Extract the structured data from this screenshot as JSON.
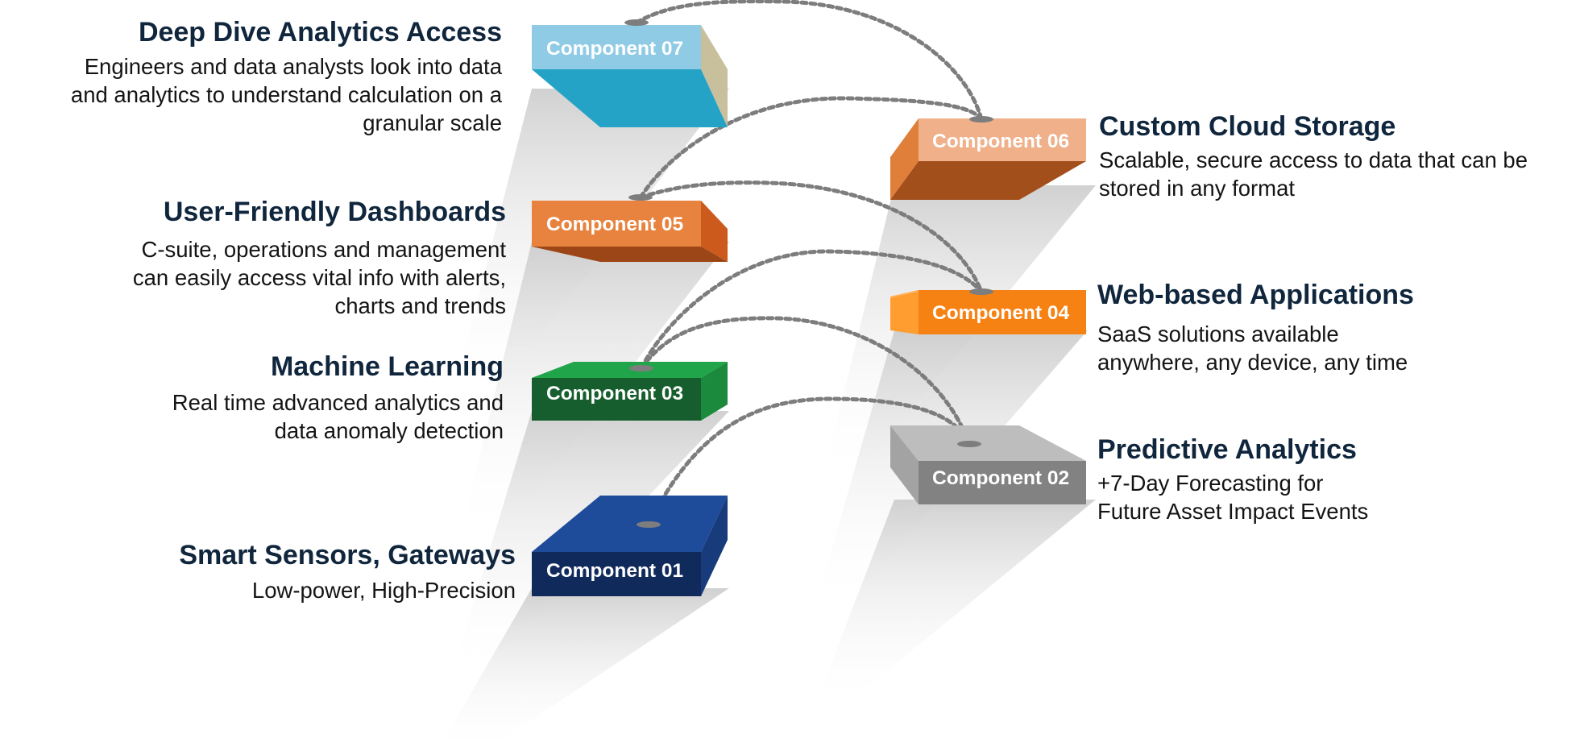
{
  "colors": {
    "heading": "#10263d",
    "text": "#141414",
    "connector": "#7d7d7d"
  },
  "components": [
    {
      "label": "Component 01",
      "title": "Smart Sensors, Gateways",
      "description": [
        "Low-power, High-Precision"
      ],
      "colors": {
        "front": "#112a5c",
        "top": "#1e4c9a",
        "side": "#183b7c"
      }
    },
    {
      "label": "Component 02",
      "title": "Predictive Analytics",
      "description": [
        "+7-Day Forecasting for",
        "Future Asset Impact Events"
      ],
      "colors": {
        "front": "#828282",
        "top": "#bdbdbd",
        "side": "#a3a3a3"
      }
    },
    {
      "label": "Component 03",
      "title": "Machine Learning",
      "description": [
        "Real time advanced analytics and",
        "data anomaly detection"
      ],
      "colors": {
        "front": "#175e2e",
        "top": "#21a54a",
        "side": "#1b8a3c"
      }
    },
    {
      "label": "Component 04",
      "title": "Web-based Applications",
      "description": [
        "SaaS solutions available",
        "anywhere, any device, any time"
      ],
      "colors": {
        "front": "#f58213",
        "top": "#ffb058",
        "side": "#ff9d30"
      }
    },
    {
      "label": "Component 05",
      "title": "User-Friendly Dashboards",
      "description": [
        "C-suite, operations and management",
        "can easily access vital info with alerts,",
        "charts and trends"
      ],
      "colors": {
        "front": "#e8833f",
        "top": "#9c4516",
        "side": "#cc5a1c"
      }
    },
    {
      "label": "Component 06",
      "title": "Custom Cloud Storage",
      "description": [
        "Scalable, secure access to data that can be",
        "stored in any format"
      ],
      "colors": {
        "front": "#efb08a",
        "top": "#a34f1c",
        "side": "#e07f3a"
      }
    },
    {
      "label": "Component 07",
      "title": "Deep Dive Analytics Access",
      "description": [
        "Engineers and data analysts look into data",
        "and analytics to understand calculation on a",
        "granular scale"
      ],
      "colors": {
        "front": "#8fcbe5",
        "top": "#25a3c6",
        "side": "#c8c09c"
      }
    }
  ]
}
